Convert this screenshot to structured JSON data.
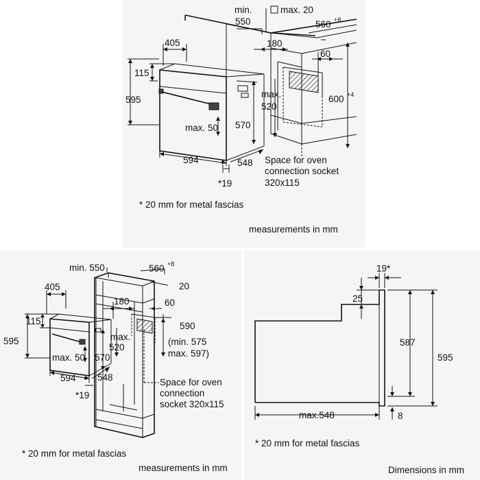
{
  "top": {
    "min_label": "min.",
    "min_value": "550",
    "max_label": "max. 20",
    "depth": "560",
    "depth_tol": "+8",
    "d405": "405",
    "d180": "180",
    "d60": "60",
    "d115": "115",
    "d595": "595",
    "max520_a": "max.",
    "max520_b": "520",
    "d600": "600",
    "d600_tol": "+4",
    "max50": "max. 50",
    "d570": "570",
    "d594": "594",
    "d548": "548",
    "star19": "*19",
    "socket_1": "Space for oven",
    "socket_2": "connection socket",
    "socket_3": "320x115",
    "note": "* 20 mm for metal fascias",
    "units": "measurements in mm"
  },
  "left": {
    "min550": "min. 550",
    "depth": "560",
    "depth_tol": "+8",
    "d20": "20",
    "d405": "405",
    "d180": "180",
    "d60": "60",
    "d115": "115",
    "d595": "595",
    "max50": "max. 50",
    "max520_a": "max.",
    "max520_b": "520",
    "d570": "570",
    "d590": "590",
    "d590_min": "(min. 575",
    "d590_max": "max. 597)",
    "d594": "594",
    "d548": "548",
    "star19": "*19",
    "socket_1": "Space for oven",
    "socket_2": "connection",
    "socket_3": "socket 320x115",
    "note": "* 20 mm for metal fascias",
    "units": "measurements in mm"
  },
  "right": {
    "d19": "19*",
    "d25": "25",
    "d587": "587",
    "d595": "595",
    "max548": "max.548",
    "d8": "8",
    "note": "* 20 mm for metal fascias",
    "units": "Dimensions in mm"
  }
}
